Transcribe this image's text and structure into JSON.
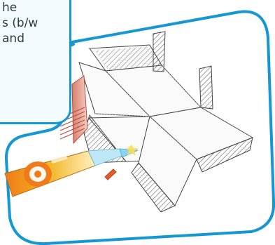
{
  "callout": {
    "lines": [
      "he",
      "s (b/w",
      "and"
    ]
  },
  "illustration": {
    "icons": [
      "folded-paper-net-icon",
      "glue-tube-icon",
      "glue-cap-icon"
    ]
  },
  "colors": {
    "frame_blue": "#1597d3",
    "paper_white": "#fafafa",
    "hatch_gray": "#555555",
    "tube_yellow": "#f2b21a",
    "tube_orange": "#f07a1a",
    "glue_blue": "#8ed4ef",
    "cap_orange": "#e15b2b",
    "panel_pink": "#f1c6b7"
  }
}
